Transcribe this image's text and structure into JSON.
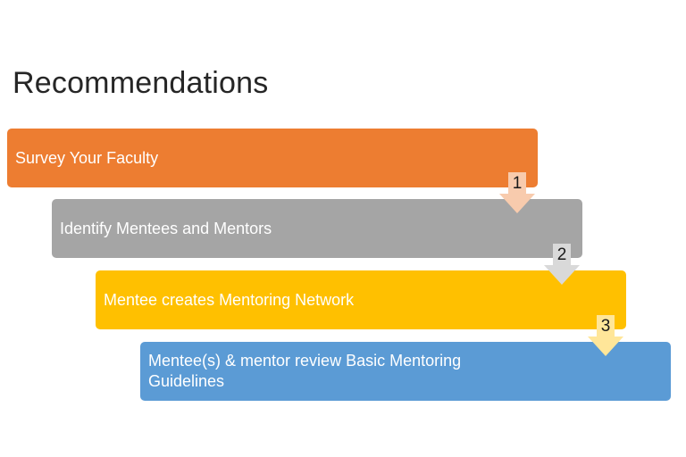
{
  "slide": {
    "title": "Recommendations"
  },
  "steps": [
    {
      "label": "Survey Your Faculty",
      "color": "#ed7d31"
    },
    {
      "label": "Identify Mentees and Mentors",
      "color": "#a5a5a5"
    },
    {
      "label": "Mentee creates Mentoring Network",
      "color": "#ffc000"
    },
    {
      "label": "Mentee(s) & mentor review Basic Mentoring Guidelines",
      "color": "#5b9bd5"
    }
  ],
  "connectors": [
    {
      "number": "1",
      "color": "#f8cbad"
    },
    {
      "number": "2",
      "color": "#d9d9d9"
    },
    {
      "number": "3",
      "color": "#ffe699"
    }
  ]
}
